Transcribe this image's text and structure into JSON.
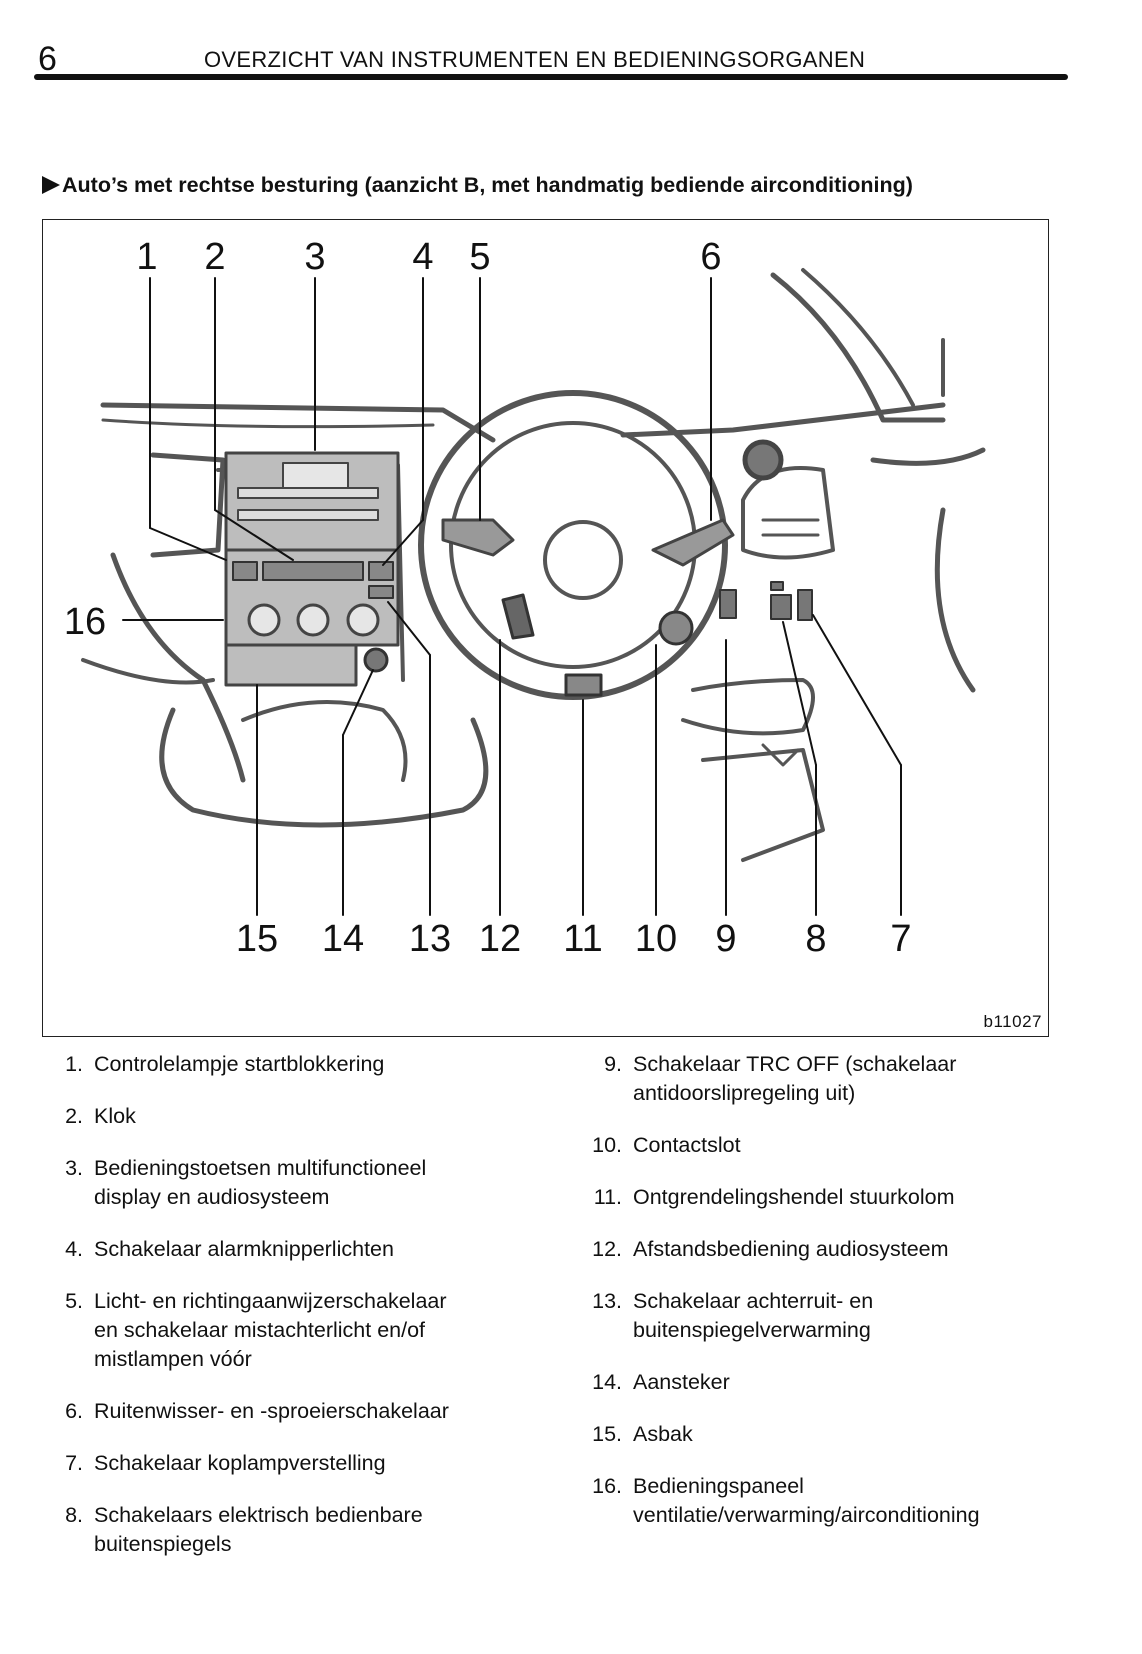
{
  "header": {
    "page_number": "6",
    "title": "OVERZICHT VAN INSTRUMENTEN EN BEDIENINGSORGANEN"
  },
  "section": {
    "title": "Auto’s met rechtse besturing (aanzicht B, met handmatig bediende airconditioning)"
  },
  "figure": {
    "id": "b11027",
    "callouts": [
      "1",
      "2",
      "3",
      "4",
      "5",
      "6",
      "7",
      "8",
      "9",
      "10",
      "11",
      "12",
      "13",
      "14",
      "15",
      "16"
    ]
  },
  "legend": {
    "left": [
      {
        "num": "1.",
        "text": "Controlelampje startblokkering"
      },
      {
        "num": "2.",
        "text": "Klok"
      },
      {
        "num": "3.",
        "text": "Bedieningstoetsen multifunctioneel display en audiosysteem"
      },
      {
        "num": "4.",
        "text": "Schakelaar alarmknipperlichten"
      },
      {
        "num": "5.",
        "text": "Licht- en richtingaanwijzerschakelaar en schakelaar mistachterlicht en/of mistlampen vóór"
      },
      {
        "num": "6.",
        "text": "Ruitenwisser- en -sproeierschakelaar"
      },
      {
        "num": "7.",
        "text": "Schakelaar koplampverstelling"
      },
      {
        "num": "8.",
        "text": "Schakelaars elektrisch bedienbare buitenspiegels"
      }
    ],
    "right": [
      {
        "num": "9.",
        "text": "Schakelaar TRC OFF (schakelaar antidoorslipregeling uit)"
      },
      {
        "num": "10.",
        "text": "Contactslot"
      },
      {
        "num": "11.",
        "text": "Ontgrendelingshendel stuurkolom"
      },
      {
        "num": "12.",
        "text": "Afstandsbediening audiosysteem"
      },
      {
        "num": "13.",
        "text": "Schakelaar achterruit- en buitenspiegelverwarming"
      },
      {
        "num": "14.",
        "text": "Aansteker"
      },
      {
        "num": "15.",
        "text": "Asbak"
      },
      {
        "num": "16.",
        "text": "Bedieningspaneel ventilatie/verwarming/airconditioning"
      }
    ]
  }
}
